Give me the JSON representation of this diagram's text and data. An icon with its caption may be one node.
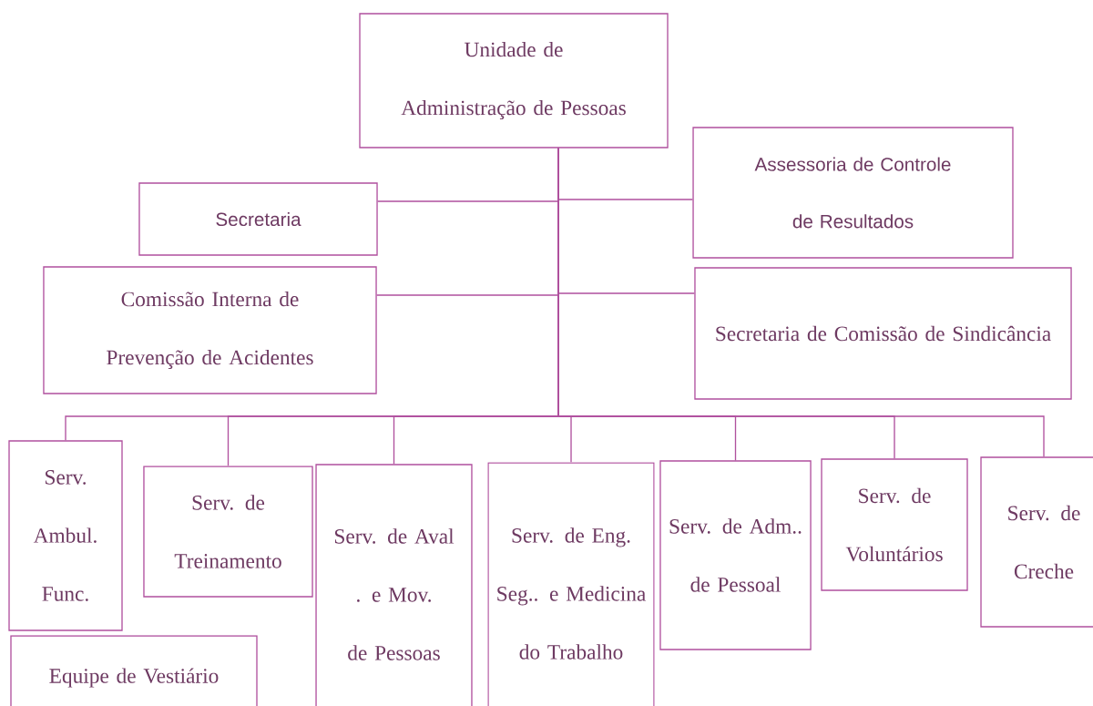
{
  "diagram": {
    "nodes": [
      {
        "text": [
          "Unidade de Administração de Pessoas"
        ]
      },
      {
        "text": [
          "Secretaria"
        ]
      },
      {
        "text": [
          "Assessoria de Controle de Resultados"
        ]
      },
      {
        "text": [
          "Comissão Interna de Prevenção de Acidentes"
        ]
      },
      {
        "text": [
          "Secretaria de Comissão de Sindicância"
        ]
      },
      {
        "text": [
          "Serv. Ambul. Func."
        ]
      },
      {
        "text": [
          "Equipe de Vestiário"
        ]
      },
      {
        "text": [
          "Serv. de Treinamento"
        ]
      },
      {
        "text": [
          "Serv. de Aval . e Mov. de Pessoas"
        ]
      },
      {
        "text": [
          "Serv. de Eng. Seg.. e Medicina do Trabalho"
        ]
      },
      {
        "text": [
          "Serv. de Adm.. de Pessoal"
        ]
      },
      {
        "text": [
          "Serv. de Voluntários"
        ]
      },
      {
        "text": [
          "Serv. de Creche"
        ]
      }
    ],
    "edges": [
      {
        "from": 0,
        "to": 1,
        "arrow": "none"
      },
      {
        "from": 0,
        "to": 2,
        "arrow": "none"
      },
      {
        "from": 0,
        "to": 3,
        "arrow": "none"
      },
      {
        "from": 0,
        "to": 4,
        "arrow": "none"
      },
      {
        "from": 0,
        "to": 5,
        "arrow": "none"
      },
      {
        "from": 0,
        "to": 7,
        "arrow": "none"
      },
      {
        "from": 0,
        "to": 8,
        "arrow": "none"
      },
      {
        "from": 0,
        "to": 9,
        "arrow": "none"
      },
      {
        "from": 0,
        "to": 10,
        "arrow": "none"
      },
      {
        "from": 0,
        "to": 11,
        "arrow": "none"
      },
      {
        "from": 0,
        "to": 12,
        "arrow": "none"
      }
    ]
  }
}
